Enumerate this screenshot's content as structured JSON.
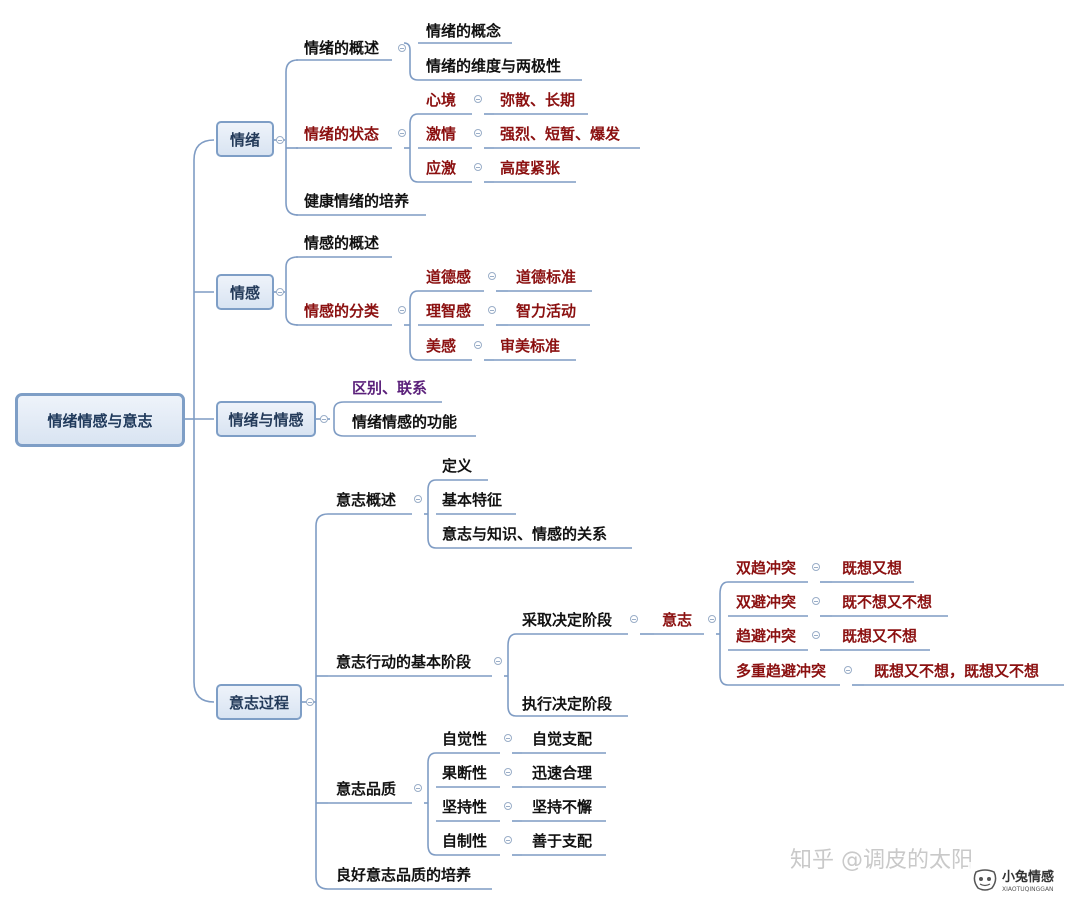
{
  "root": "情绪情感与意志",
  "emotion": {
    "label": "情绪",
    "overview": "情绪的概述",
    "concept": "情绪的概念",
    "dims": "情绪的维度与两极性",
    "states": "情绪的状态",
    "mood": "心境",
    "mood_desc": "弥散、长期",
    "passion": "激情",
    "passion_desc": "强烈、短暂、爆发",
    "stress": "应激",
    "stress_desc": "高度紧张",
    "healthy": "健康情绪的培养"
  },
  "feeling": {
    "label": "情感",
    "overview": "情感的概述",
    "classes": "情感的分类",
    "moral": "道德感",
    "moral_desc": "道德标准",
    "rational": "理智感",
    "rational_desc": "智力活动",
    "aesthetic": "美感",
    "aesthetic_desc": "审美标准"
  },
  "relation": {
    "label": "情绪与情感",
    "diff": "区别、联系",
    "func": "情绪情感的功能"
  },
  "will": {
    "label": "意志过程",
    "overview": "意志概述",
    "definition": "定义",
    "traits": "基本特征",
    "relation": "意志与知识、情感的关系",
    "stages": "意志行动的基本阶段",
    "decide": "采取决定阶段",
    "conflict_hub": "意志",
    "c1": "双趋冲突",
    "c1_desc": "既想又想",
    "c2": "双避冲突",
    "c2_desc": "既不想又不想",
    "c3": "趋避冲突",
    "c3_desc": "既想又不想",
    "c4": "多重趋避冲突",
    "c4_desc": "既想又不想，既想又不想",
    "execute": "执行决定阶段",
    "quality": "意志品质",
    "q1": "自觉性",
    "q1_desc": "自觉支配",
    "q2": "果断性",
    "q2_desc": "迅速合理",
    "q3": "坚持性",
    "q3_desc": "坚持不懈",
    "q4": "自制性",
    "q4_desc": "善于支配",
    "cultivate": "良好意志品质的培养"
  },
  "watermark": {
    "text": "知乎 @调皮的太阳",
    "logo": "小兔情感",
    "logo_sub": "XIAOTUQINGGAN"
  },
  "colors": {
    "line": "#7f9cc4",
    "node_text": "#111111",
    "red_text": "#8b1010",
    "purple_text": "#5a1f7a",
    "box_border": "#7e9ec6"
  }
}
